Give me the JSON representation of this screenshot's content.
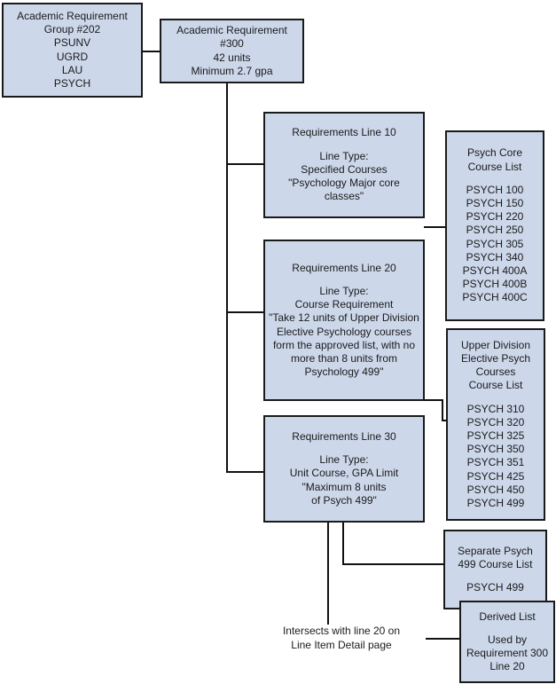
{
  "diagram": {
    "title": "Academic Requirement 300 Structure Diagram",
    "colors": {
      "node_fill": "#ccd7ea",
      "node_border": "#111111",
      "edge": "#111111",
      "text": "#1b1b1b",
      "background": "#ffffff"
    }
  },
  "nodes": {
    "requirement_group": {
      "name": "academic-requirement-group",
      "lines": [
        "Academic Requirement",
        "Group #202",
        "PSUNV",
        "UGRD",
        "LAU",
        "PSYCH"
      ]
    },
    "requirement_300": {
      "name": "academic-requirement-300",
      "lines": [
        "Academic Requirement",
        "#300",
        "42 units",
        "Minimum 2.7 gpa"
      ]
    },
    "line_10": {
      "name": "requirements-line-10",
      "heading": "Requirements Line 10",
      "lines": [
        "Line Type:",
        "Specified Courses",
        "\"Psychology Major core classes\""
      ]
    },
    "line_20": {
      "name": "requirements-line-20",
      "heading": "Requirements Line 20",
      "lines": [
        "Line Type:",
        "Course Requirement",
        "\"Take 12 units of Upper Division Elective Psychology courses form the approved list, with no more than 8 units from Psychology 499\""
      ]
    },
    "line_30": {
      "name": "requirements-line-30",
      "heading": "Requirements Line 30",
      "lines": [
        "Line Type:",
        "Unit Course, GPA Limit",
        "\"Maximum 8 units",
        "of Psych 499\""
      ]
    },
    "psych_core_list": {
      "name": "psych-core-course-list",
      "heading_lines": [
        "Psych Core",
        "Course List"
      ],
      "courses": [
        "PSYCH 100",
        "PSYCH 150",
        "PSYCH 220",
        "PSYCH 250",
        "PSYCH 305",
        "PSYCH 340",
        "PSYCH 400A",
        "PSYCH 400B",
        "PSYCH 400C"
      ]
    },
    "upper_division_list": {
      "name": "upper-division-elective-psych-course-list",
      "heading_lines": [
        "Upper Division",
        "Elective Psych",
        "Courses",
        "Course List"
      ],
      "courses": [
        "PSYCH 310",
        "PSYCH 320",
        "PSYCH 325",
        "PSYCH 350",
        "PSYCH 351",
        "PSYCH 425",
        "PSYCH 450",
        "PSYCH 499"
      ]
    },
    "separate_499_list": {
      "name": "separate-psych-499-course-list",
      "heading_lines": [
        "Separate Psych",
        "499 Course List"
      ],
      "courses": [
        "PSYCH 499"
      ]
    },
    "derived_list": {
      "name": "derived-list",
      "heading_lines": [
        "Derived List"
      ],
      "body_lines": [
        "Used by",
        "Requirement 300",
        "Line 20"
      ]
    }
  },
  "annotations": {
    "intersects_note": {
      "name": "intersects-line-20-note",
      "lines": [
        "Intersects with line 20 on",
        "Line Item Detail page"
      ]
    }
  }
}
